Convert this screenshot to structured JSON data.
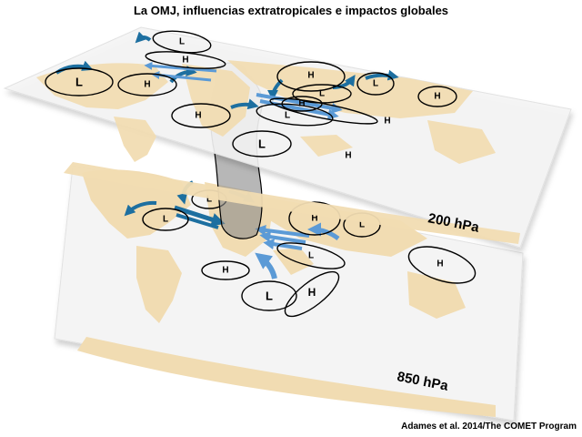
{
  "title": "La OMJ, influencias extratropicales e impactos globales",
  "credit": "Adames et al. 2014/The COMET Program",
  "levels": {
    "upper": "200 hPa",
    "lower": "850 hPa"
  },
  "centers": {
    "upper": [
      "L",
      "H",
      "L",
      "H",
      "H",
      "L",
      "H",
      "L",
      "H",
      "L",
      "H",
      "H",
      "L",
      "H",
      "H"
    ],
    "lower": [
      "L",
      "L",
      "H",
      "L",
      "L",
      "H",
      "H",
      "L",
      "H"
    ]
  },
  "colors": {
    "ocean": "#f4f4f4",
    "land": "#f1dcb2",
    "arrow_dark": "#1d6fa0",
    "arrow_light": "#5b9ad6",
    "mjo_plume": "#8a8a8a"
  }
}
